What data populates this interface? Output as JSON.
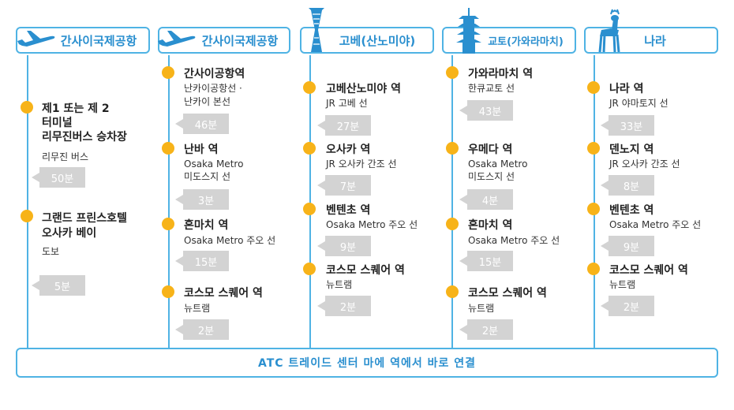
{
  "columns": [
    {
      "header": "간사이국제공항",
      "icon": "airplane-icon",
      "stops": [
        {
          "name": [
            "제1 또는 제 2",
            "터미널",
            "리무진버스 승차장"
          ],
          "line": [
            "리무진 버스"
          ],
          "time": "50분"
        },
        {
          "name": [
            "그랜드 프린스호텔",
            "오사카 베이"
          ],
          "line": [
            "도보"
          ],
          "time": "5분"
        }
      ]
    },
    {
      "header": "간사이국제공항",
      "icon": "airplane-icon",
      "stops": [
        {
          "name": [
            "간사이공항역"
          ],
          "line": [
            "난카이공항선 ·",
            "난카이 본선"
          ],
          "time": "46분"
        },
        {
          "name": [
            "난바 역"
          ],
          "line": [
            "Osaka Metro",
            "미도스지 선"
          ],
          "time": "3분"
        },
        {
          "name": [
            "혼마치 역"
          ],
          "line": [
            "Osaka Metro 주오 선"
          ],
          "time": "15분"
        },
        {
          "name": [
            "코스모 스퀘어 역"
          ],
          "line": [
            "뉴트램"
          ],
          "time": "2분"
        }
      ]
    },
    {
      "header": "고베(산노미야)",
      "icon": "kobe-port-tower-icon",
      "stops": [
        {
          "name": [
            "고베산노미야 역"
          ],
          "line": [
            "JR 고베 선"
          ],
          "time": "27분"
        },
        {
          "name": [
            "오사카 역"
          ],
          "line": [
            "JR 오사카 간조 선"
          ],
          "time": "7분"
        },
        {
          "name": [
            "벤텐초 역"
          ],
          "line": [
            "Osaka Metro 주오 선"
          ],
          "time": "9분"
        },
        {
          "name": [
            "코스모 스퀘어 역"
          ],
          "line": [
            "뉴트램"
          ],
          "time": "2분"
        }
      ]
    },
    {
      "header": "교토(가와라마치)",
      "icon": "pagoda-icon",
      "stops": [
        {
          "name": [
            "가와라마치 역"
          ],
          "line": [
            "한큐교토 선"
          ],
          "time": "43분"
        },
        {
          "name": [
            "우메다 역"
          ],
          "line": [
            "Osaka Metro",
            "미도스지 선"
          ],
          "time": "4분"
        },
        {
          "name": [
            "혼마치 역"
          ],
          "line": [
            "Osaka Metro 주오 선"
          ],
          "time": "15분"
        },
        {
          "name": [
            "코스모 스퀘어 역"
          ],
          "line": [
            "뉴트램"
          ],
          "time": "2분"
        }
      ]
    },
    {
      "header": "나라",
      "icon": "deer-icon",
      "stops": [
        {
          "name": [
            "나라 역"
          ],
          "line": [
            "JR 야마토지 선"
          ],
          "time": "33분"
        },
        {
          "name": [
            "덴노지 역"
          ],
          "line": [
            "JR 오사카 간조 선"
          ],
          "time": "8분"
        },
        {
          "name": [
            "벤텐초 역"
          ],
          "line": [
            "Osaka Metro 주오 선"
          ],
          "time": "9분"
        },
        {
          "name": [
            "코스모 스퀘어 역"
          ],
          "line": [
            "뉴트램"
          ],
          "time": "2분"
        }
      ]
    }
  ],
  "footer": "ATC 트레이드 센터 마에 역에서 바로 연결",
  "colors": {
    "accent": "#4fb3e4",
    "header_text": "#2a8fcf",
    "dot": "#f7b319",
    "time_box": "#d3d3d3"
  }
}
